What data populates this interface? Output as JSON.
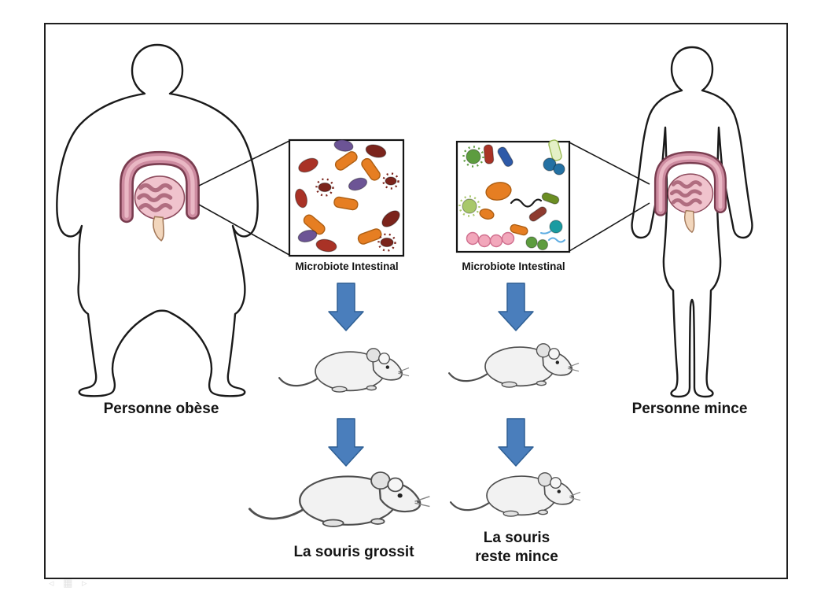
{
  "labels": {
    "person_obese": "Personne obèse",
    "person_thin": "Personne mince",
    "microbiota_left": "Microbiote Intestinal",
    "microbiota_right": "Microbiote Intestinal",
    "result_left": "La souris grossit",
    "result_right_line1": "La souris",
    "result_right_line2": "reste mince"
  },
  "microbiota": {
    "left_shape_names": [
      "red-oval-bacteria",
      "orange-rod-bacteria",
      "purple-oval-bacteria",
      "dark-red-spiky-bacteria"
    ],
    "right_shape_names": [
      "green-spiky-coccus",
      "blue-coccus-pair",
      "light-green-rod",
      "navy-rod",
      "red-rod",
      "orange-oval",
      "black-spirochete",
      "pink-coccus-chain",
      "teal-flagellate",
      "olive-rod",
      "maroon-rod",
      "green-coccus-pair",
      "light-blue-spirochete"
    ]
  },
  "colors": {
    "ink": "#1a1a1a",
    "box_border": "#141414",
    "arrow_fill": "#4a7ebc",
    "arrow_stroke": "#2e5f94",
    "mouse_body": "#f2f2f2",
    "mouse_shade": "#e2e2e2",
    "mouse_stroke": "#4f4f4f",
    "intestine_outline": "#7a3d50",
    "intestine_colon": "#cd8ba0",
    "intestine_colon_light": "#e9b7c4",
    "intestine_inner": "#f0c3cd",
    "intestine_fold": "#b06d80",
    "intestine_tail": "#f2d6bc",
    "microbe_red": "#a93226",
    "microbe_darkred": "#7b241c",
    "microbe_orange": "#e67e22",
    "microbe_orange_stroke": "#ad5f14",
    "microbe_purple": "#6c5495",
    "microbe_green": "#5d9c3f",
    "microbe_lightgreen": "#a8c86a",
    "microbe_pale": "#e4f0c6",
    "microbe_blue": "#2471a3",
    "microbe_navy": "#2e5aa8",
    "microbe_teal": "#1a9ba1",
    "microbe_pink": "#f2a7bb",
    "microbe_pink_stroke": "#cf6e8d",
    "microbe_olive": "#6b8e23",
    "microbe_maroon": "#8e3b2f",
    "microbe_black": "#1a1a1a"
  }
}
